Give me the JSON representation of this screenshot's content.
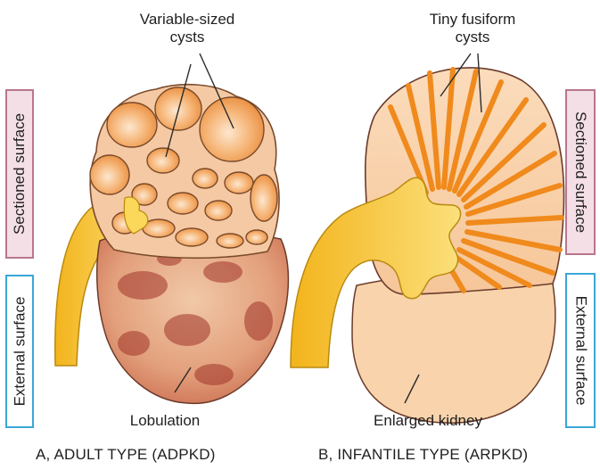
{
  "labels": {
    "variable_sized_cysts": [
      "Variable-sized",
      "cysts"
    ],
    "tiny_fusiform_cysts": [
      "Tiny fusiform",
      "cysts"
    ],
    "lobulation": "Lobulation",
    "enlarged_kidney": "Enlarged kidney"
  },
  "side_labels": {
    "left_sectioned": "Sectioned surface",
    "left_external": "External surface",
    "right_sectioned": "Sectioned surface",
    "right_external": "External surface"
  },
  "captions": {
    "adult": "A, ADULT TYPE (ADPKD)",
    "infantile": "B, INFANTILE TYPE (ARPKD)"
  },
  "colors": {
    "sectioned_box_fill": "#f4dfe6",
    "sectioned_box_border": "#b8768f",
    "external_box_border": "#3aa7d6",
    "ureter_yellow": "#f7c72e",
    "cyst_orange": "#f3a45c",
    "kidney_peach": "#f8d3ab",
    "lobulated_red": "#a83a2a",
    "fusiform_stripes": "#f08a1c"
  }
}
